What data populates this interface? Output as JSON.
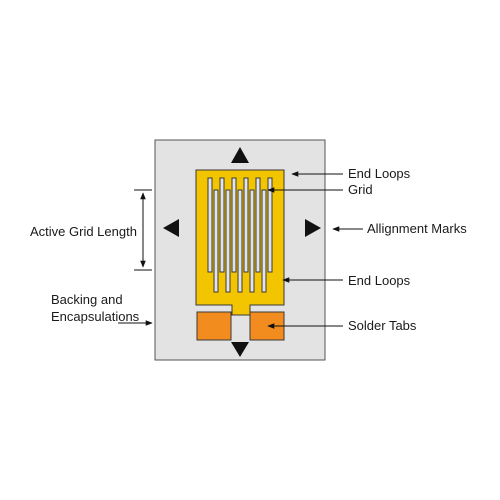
{
  "labels": {
    "end_loops_top": "End Loops",
    "grid": "Grid",
    "alignment_marks": "Allignment Marks",
    "end_loops_bottom": "End Loops",
    "solder_tabs": "Solder Tabs",
    "active_grid_length": "Active Grid Length",
    "backing_line1": "Backing and",
    "backing_line2": "Encapsulations"
  },
  "colors": {
    "backing": "#e3e3e3",
    "grid_gold": "#f2c500",
    "solder_tab": "#f28c1e",
    "mark": "#111111"
  },
  "icons": {
    "alignment_mark": "triangle-mark-icon",
    "arrow": "arrow-icon"
  }
}
